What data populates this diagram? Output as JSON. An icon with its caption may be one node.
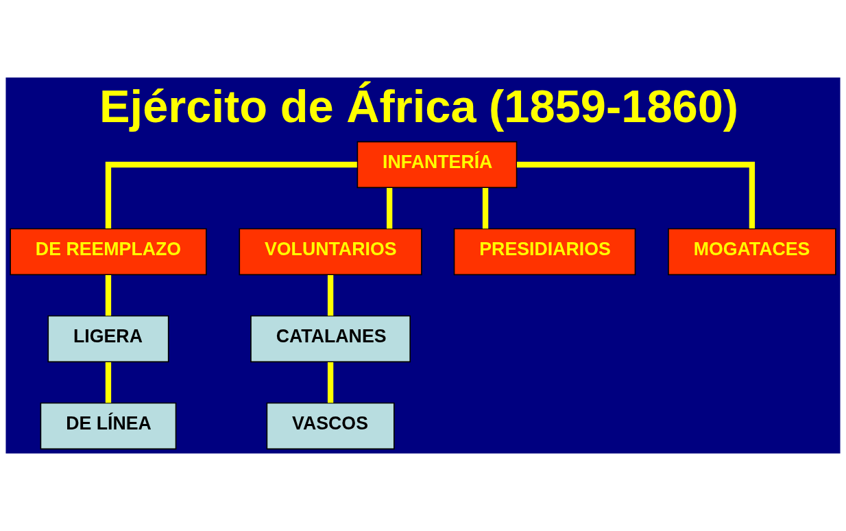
{
  "diagram": {
    "title": "Ejército de África (1859-1860)",
    "nodes": [
      {
        "text": [
          "INFANTERÍA"
        ]
      },
      {
        "text": [
          "DE REEMPLAZO"
        ]
      },
      {
        "text": [
          "VOLUNTARIOS"
        ]
      },
      {
        "text": [
          "PRESIDIARIOS"
        ]
      },
      {
        "text": [
          "MOGATACES"
        ]
      },
      {
        "text": [
          "LIGERA"
        ]
      },
      {
        "text": [
          "DE LÍNEA"
        ]
      },
      {
        "text": [
          "CATALANES"
        ]
      },
      {
        "text": [
          "VASCOS"
        ]
      }
    ],
    "edges": [
      {
        "from": 0,
        "to": 1,
        "arrow": "none"
      },
      {
        "from": 0,
        "to": 2,
        "arrow": "none"
      },
      {
        "from": 0,
        "to": 3,
        "arrow": "none"
      },
      {
        "from": 0,
        "to": 4,
        "arrow": "none"
      },
      {
        "from": 1,
        "to": 5,
        "arrow": "none"
      },
      {
        "from": 5,
        "to": 6,
        "arrow": "none"
      },
      {
        "from": 2,
        "to": 7,
        "arrow": "none"
      },
      {
        "from": 7,
        "to": 8,
        "arrow": "none"
      }
    ]
  }
}
